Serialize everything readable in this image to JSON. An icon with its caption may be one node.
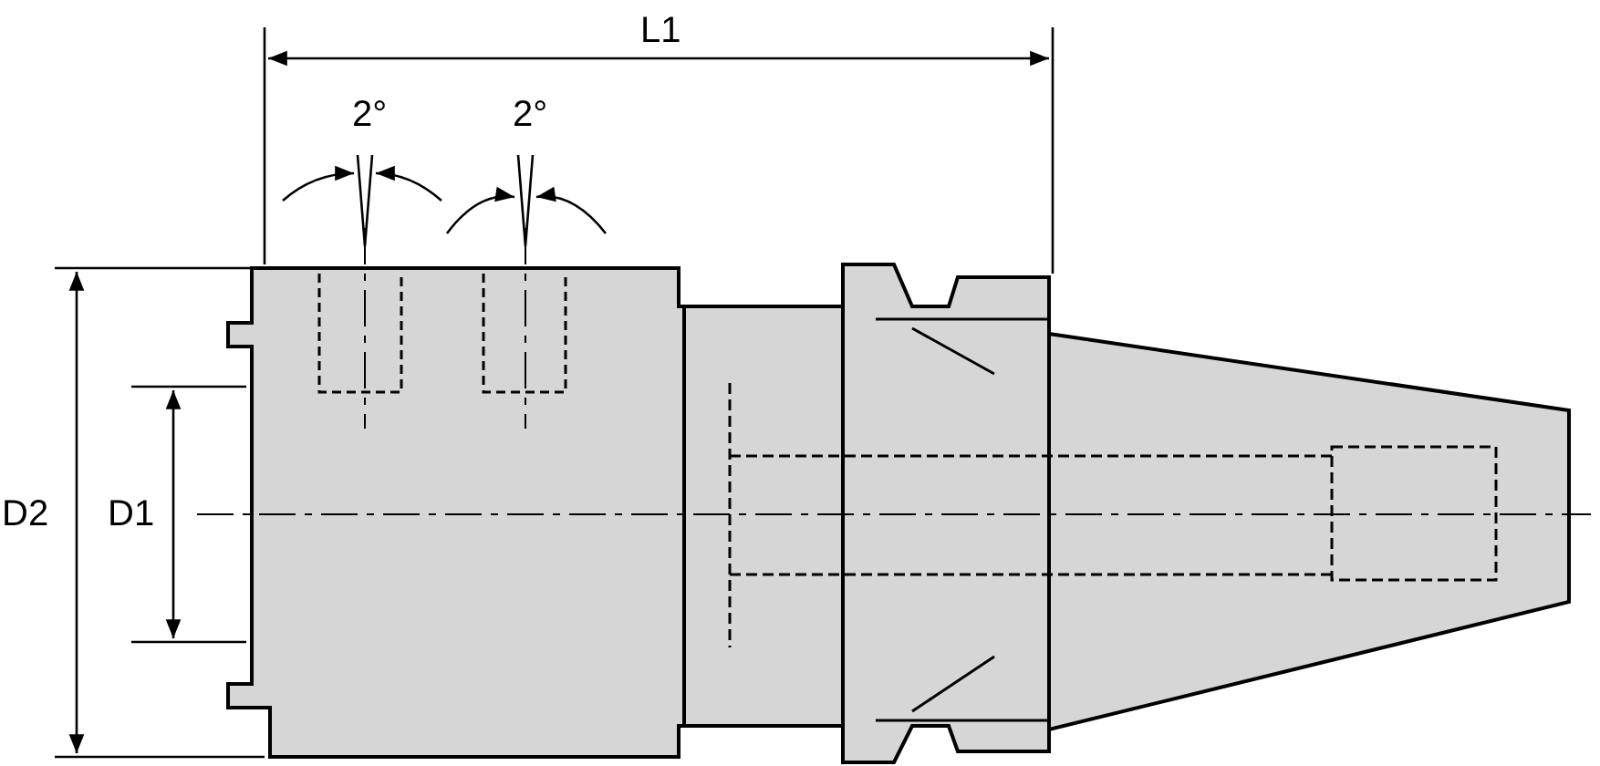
{
  "diagram": {
    "labels": [
      "L1",
      "2°",
      "2°",
      "D2",
      "D1"
    ]
  }
}
